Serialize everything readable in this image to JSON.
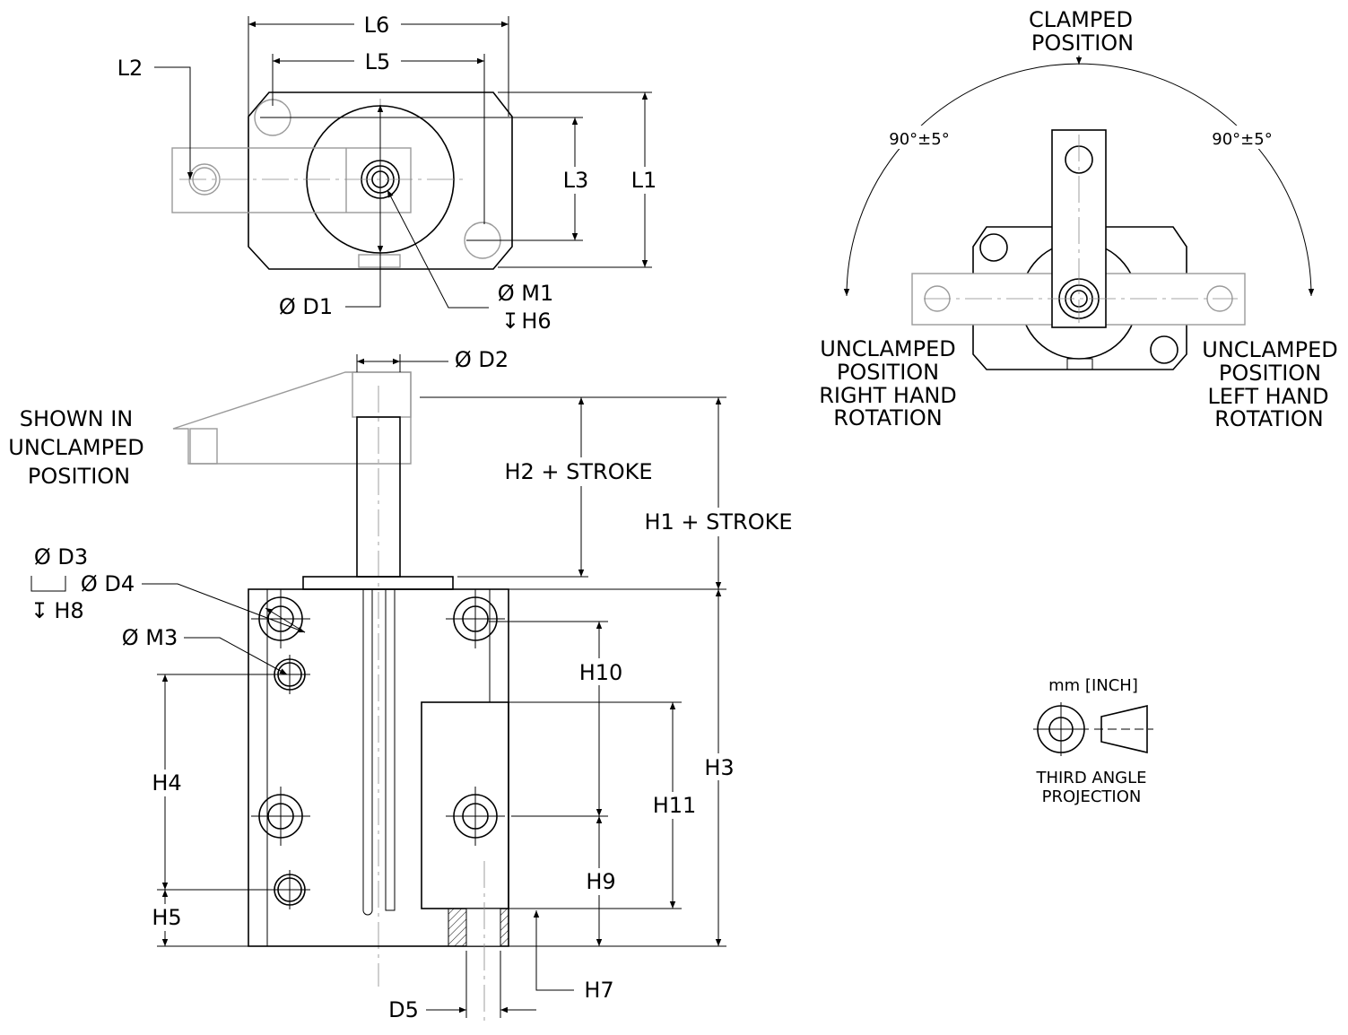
{
  "title": "Swing clamp dimension drawing",
  "top_view": {
    "labels": {
      "L6": "L6",
      "L5": "L5",
      "L2": "L2",
      "L3": "L3",
      "L1": "L1",
      "D1": "Ø D1",
      "M1": "Ø M1",
      "H6": "H6"
    }
  },
  "side_view": {
    "note": [
      "SHOWN IN",
      "UNCLAMPED",
      "POSITION"
    ],
    "labels": {
      "D2": "Ø D2",
      "H2": "H2 + STROKE",
      "H1": "H1 + STROKE",
      "D3": "Ø D3",
      "D4": "Ø D4",
      "H8": "H8",
      "M3": "Ø M3",
      "H10": "H10",
      "H3": "H3",
      "H4": "H4",
      "H11": "H11",
      "H9": "H9",
      "H5": "H5",
      "H7": "H7",
      "D5": "D5"
    }
  },
  "rotation_view": {
    "clamped": [
      "CLAMPED",
      "POSITION"
    ],
    "angle_left": "90°±5°",
    "angle_right": "90°±5°",
    "unclamped_right": [
      "UNCLAMPED",
      "POSITION",
      "RIGHT HAND",
      "ROTATION"
    ],
    "unclamped_left": [
      "UNCLAMPED",
      "POSITION",
      "LEFT HAND",
      "ROTATION"
    ]
  },
  "projection": {
    "units": "mm [INCH]",
    "label": [
      "THIRD ANGLE",
      "PROJECTION"
    ]
  }
}
